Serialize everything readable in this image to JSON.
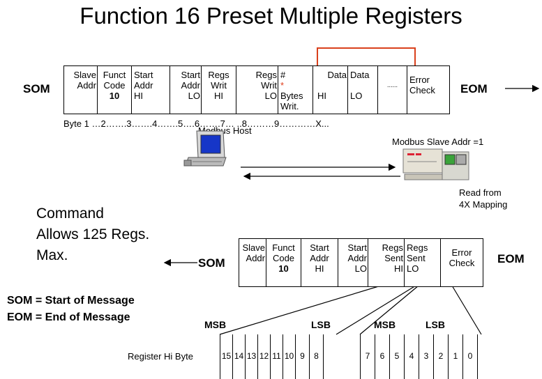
{
  "title": "Function 16 Preset Multiple Registers",
  "top_frame": {
    "som": "SOM",
    "eom": "EOM",
    "cells": [
      {
        "lines": [
          "Slave",
          "Addr"
        ],
        "align": "r"
      },
      {
        "lines": [
          "Funct",
          "Code",
          "10"
        ],
        "align": "c",
        "bold_last": true
      },
      {
        "lines": [
          "Start",
          "Addr",
          "HI"
        ],
        "align": "l"
      },
      {
        "lines": [
          "Start",
          "Addr",
          "LO"
        ],
        "align": "r"
      },
      {
        "lines": [
          "Regs",
          "Writ",
          "HI"
        ],
        "align": "c"
      },
      {
        "lines": [
          "Regs",
          "Writ",
          "LO"
        ],
        "align": "r"
      },
      {
        "lines": [
          "#",
          "Bytes",
          "Writ."
        ],
        "align": "l",
        "star": "*"
      },
      {
        "lines": [
          "Data",
          "",
          "HI"
        ],
        "align": "r"
      },
      {
        "lines": [
          "Data",
          "",
          "LO"
        ],
        "align": "l"
      },
      {
        "lines": [
          "",
          "......",
          ""
        ],
        "align": "c"
      },
      {
        "lines": [
          "Error",
          "Check"
        ],
        "align": "l"
      }
    ],
    "byte_labels": "Byte 1 …2…….3…….4…….5….6…….7… ..8………9…………X..."
  },
  "modbus_host": "Modbus Host",
  "modbus_slave": "Modbus Slave Addr =1",
  "read_from": [
    "Read from",
    "4X Mapping"
  ],
  "command_text": [
    "Command",
    "Allows 125 Regs.",
    "Max."
  ],
  "response_frame": {
    "som": "SOM",
    "eom": "EOM",
    "cells": [
      {
        "lines": [
          "Slave",
          "Addr"
        ],
        "align": "r"
      },
      {
        "lines": [
          "Funct",
          "Code",
          "10"
        ],
        "align": "c",
        "bold_last": true
      },
      {
        "lines": [
          "Start",
          "Addr",
          "HI"
        ],
        "align": "c"
      },
      {
        "lines": [
          "Start",
          "Addr",
          "LO"
        ],
        "align": "r"
      },
      {
        "lines": [
          "Regs",
          "Sent",
          "HI"
        ],
        "align": "r"
      },
      {
        "lines": [
          "Regs",
          "Sent",
          "LO"
        ],
        "align": "l"
      },
      {
        "lines": [
          "Error",
          "Check"
        ],
        "align": "c"
      }
    ]
  },
  "definitions": [
    "SOM = Start of Message",
    "EOM = End of Message"
  ],
  "msb": "MSB",
  "lsb": "LSB",
  "register_label": "Register Hi Byte",
  "bits_hi": [
    "15",
    "14",
    "13",
    "12",
    "11",
    "10",
    "9",
    "8"
  ],
  "bits_lo": [
    "7",
    "6",
    "5",
    "4",
    "3",
    "2",
    "1",
    "0"
  ],
  "colors": {
    "bracket": "#d9401c",
    "monitor_screen": "#1636c8",
    "slave_led": "#3aa33a"
  }
}
